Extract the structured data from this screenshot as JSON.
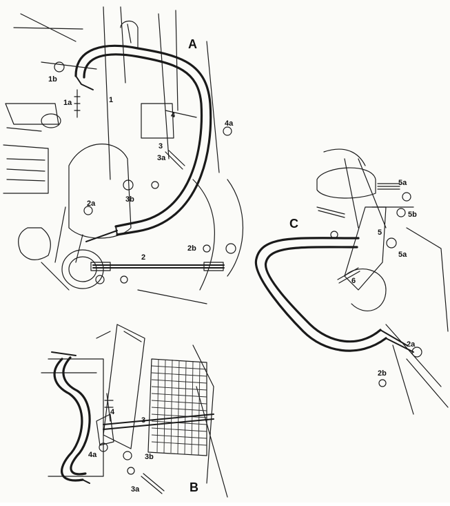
{
  "panels": [
    {
      "id": "A",
      "title": "A"
    },
    {
      "id": "B",
      "title": "B"
    },
    {
      "id": "C",
      "title": "C"
    }
  ],
  "labels": {
    "A": [
      "1b",
      "1a",
      "1",
      "4",
      "4a",
      "3",
      "3a",
      "3b",
      "2a",
      "2",
      "2b"
    ],
    "B": [
      "4",
      "3",
      "4a",
      "3b",
      "3a"
    ],
    "C": [
      "5a",
      "5b",
      "5",
      "5a",
      "6",
      "2a",
      "2b"
    ]
  }
}
